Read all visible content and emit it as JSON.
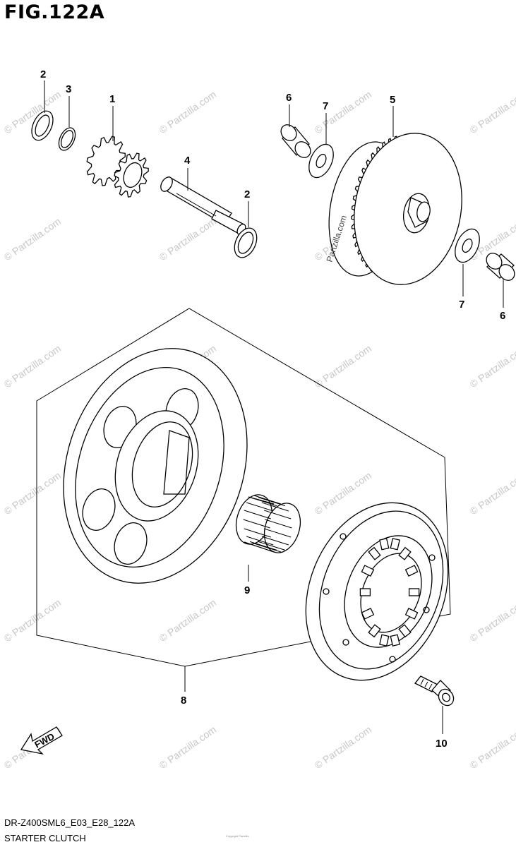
{
  "figure": {
    "title": "FIG.122A"
  },
  "footer": {
    "model_code": "DR-Z400SML6_E03_E28_122A",
    "section_title": "STARTER CLUTCH",
    "copyright": "Copyright Partzilla"
  },
  "fwd_label": "FWD",
  "callouts": {
    "c1": "1",
    "c2a": "2",
    "c2b": "2",
    "c3": "3",
    "c4": "4",
    "c5": "5",
    "c6a": "6",
    "c6b": "6",
    "c7a": "7",
    "c7b": "7",
    "c8": "8",
    "c9": "9",
    "c10": "10"
  },
  "watermark": {
    "text": "© Partzilla.com",
    "brand": "Partzilla.com"
  },
  "colors": {
    "line": "#000000",
    "watermark": "#c7c7c7",
    "background": "#ffffff"
  }
}
